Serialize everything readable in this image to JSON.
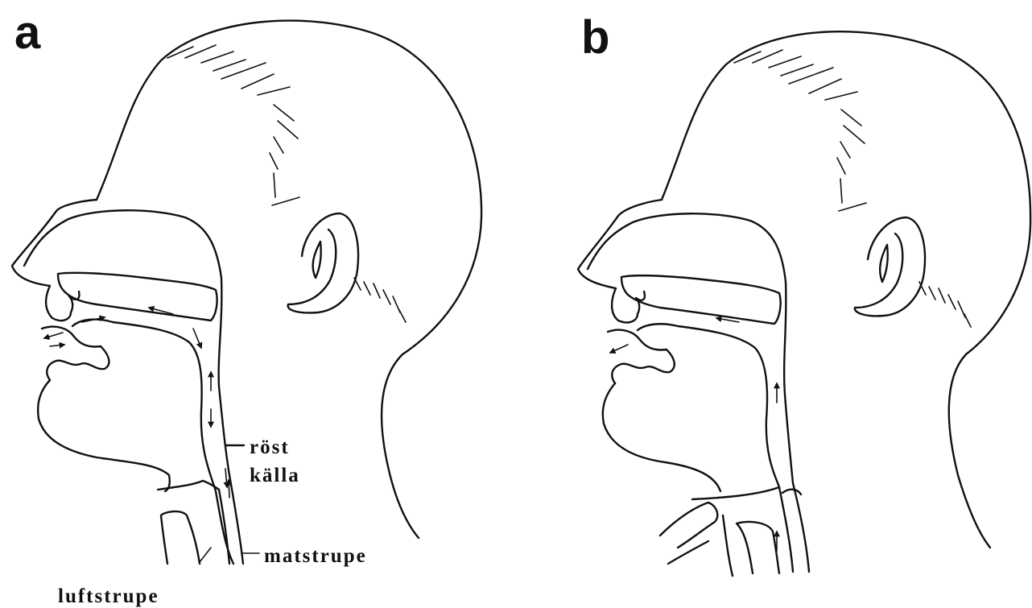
{
  "panels": [
    {
      "letter": "a"
    },
    {
      "letter": "b"
    }
  ],
  "labels": {
    "voice_source_line1": "röst",
    "voice_source_line2": "källa",
    "esophagus": "matstrupe",
    "trachea": "luftstrupe"
  }
}
